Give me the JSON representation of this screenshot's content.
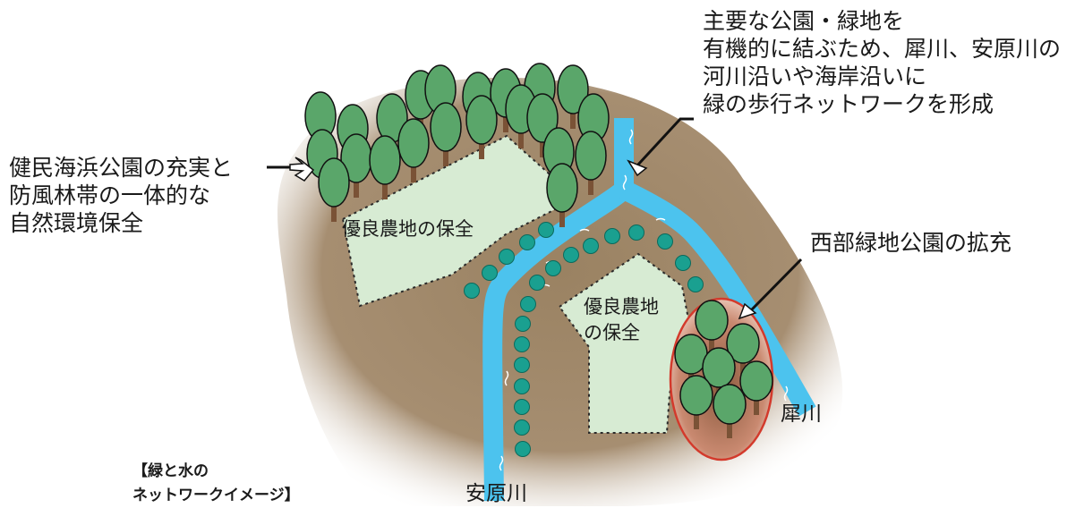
{
  "caption": [
    "【緑と水の",
    "ネットワークイメージ】"
  ],
  "labels": {
    "coastal_park": [
      "健民海浜公園の充実と",
      "防風林帯の一体的な",
      "自然環境保全"
    ],
    "green_network": [
      "主要な公園・緑地を",
      "有機的に結ぶため、犀川、安原川の",
      "河川沿いや海岸沿いに",
      "緑の歩行ネットワークを形成"
    ],
    "west_park": "西部緑地公園の拡充",
    "farmland_left": "優良農地の保全",
    "farmland_right": [
      "優良農地",
      "の保全"
    ],
    "river_sai": "犀川",
    "river_yasuhara": "安原川"
  },
  "colors": {
    "ground": "#a58d6f",
    "water": "#4cc3ee",
    "farmland": "#d7ebd3",
    "tree_crown": "#5aa66a",
    "tree_trunk": "#7a5236",
    "walk_dot": "#1a9a88",
    "park_outline": "#d33a2c"
  },
  "icons": [
    "tree-icon",
    "walk-path-dot",
    "callout-arrow-icon"
  ]
}
